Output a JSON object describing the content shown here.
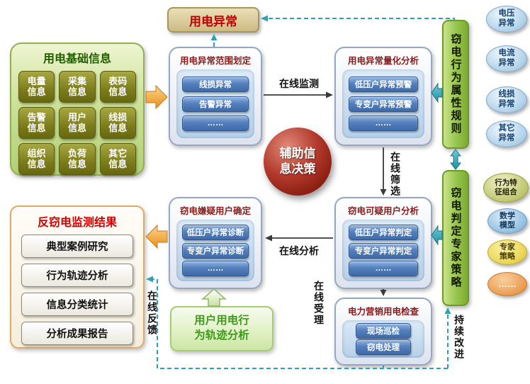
{
  "base_info": {
    "title": "用电基础信息",
    "items": [
      "电量信息",
      "采集信息",
      "表码信息",
      "告警信息",
      "用户信息",
      "线损信息",
      "组织信息",
      "负荷信息",
      "其它信息"
    ]
  },
  "abnormal_badge": {
    "label": "用电异常"
  },
  "cards": {
    "scope": {
      "title": "用电异常范围划定",
      "items": [
        "线损异常",
        "告警异常",
        "……"
      ]
    },
    "quant": {
      "title": "用电异常量化分析",
      "items": [
        "低压户异常预警",
        "专变户异常预警",
        "……"
      ]
    },
    "suspect_confirm": {
      "title": "窃电嫌疑用户确定",
      "items": [
        "低压户异常诊断",
        "专变户异常诊断",
        "……"
      ]
    },
    "suspect_analysis": {
      "title": "窃电可疑用户分析",
      "items": [
        "低压户异常判定",
        "专变户异常判定",
        "……"
      ]
    },
    "inspection": {
      "title": "电力营销用电检查",
      "items": [
        "现场巡检",
        "窃电处理"
      ]
    }
  },
  "rules_bar": {
    "title": "窃电行为属性规则",
    "bubbles": [
      "电压异常",
      "电流异常",
      "线损异常",
      "其它异常"
    ]
  },
  "expert_bar": {
    "title": "窃电判定专家策略",
    "bubbles": [
      "行为特征组合",
      "数学模型",
      "专家策略",
      "……"
    ]
  },
  "center_sphere": {
    "label": "辅助信息决策"
  },
  "results_panel": {
    "title": "反窃电监测结果",
    "items": [
      "典型案例研究",
      "行为轨迹分析",
      "信息分类统计",
      "分析成果报告"
    ]
  },
  "trajectory_box": {
    "label": "用户用电行为轨迹分析"
  },
  "flow_labels": {
    "online_monitoring": "在线监测",
    "online_screening": "在线筛选",
    "online_analysis": "在线分析",
    "online_acceptance": "在线受理",
    "online_feedback": "在线反馈",
    "continuous_improvement": "持续改进"
  },
  "colors": {
    "dashed_line": "#2ba3b5",
    "card_title": "#8b1a1a",
    "badge_text": "#c00000",
    "results_title": "#d40000",
    "trajectory_text": "#3f9a1b",
    "block_arrow_orange": "#f0a030",
    "bar_green": "#9ec954"
  }
}
